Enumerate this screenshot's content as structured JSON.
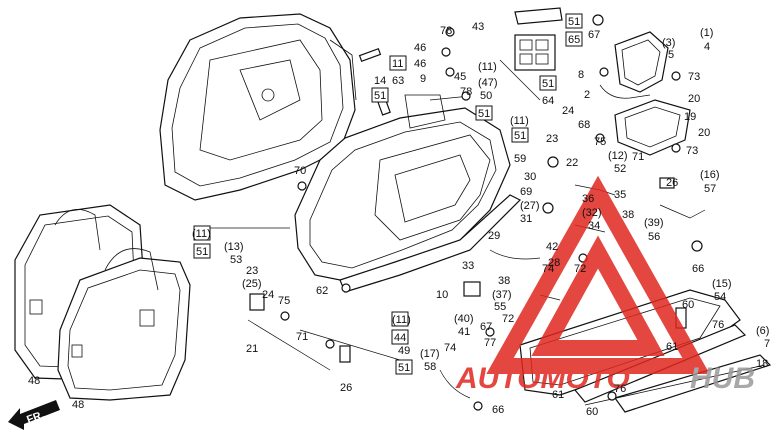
{
  "diagram": {
    "labels": [
      {
        "id": "l1",
        "text": "78"
      },
      {
        "id": "l2",
        "text": "43"
      },
      {
        "id": "l3",
        "text": "51"
      },
      {
        "id": "l4",
        "text": "67"
      },
      {
        "id": "l5",
        "text": "65"
      },
      {
        "id": "l6",
        "text": "(1)"
      },
      {
        "id": "l7",
        "text": "(3)"
      },
      {
        "id": "l8",
        "text": "5"
      },
      {
        "id": "l9",
        "text": "4"
      },
      {
        "id": "l10",
        "text": "46"
      },
      {
        "id": "l11",
        "text": "46"
      },
      {
        "id": "l12",
        "text": "11"
      },
      {
        "id": "l13",
        "text": "14"
      },
      {
        "id": "l14",
        "text": "63"
      },
      {
        "id": "l15",
        "text": "9"
      },
      {
        "id": "l16",
        "text": "45"
      },
      {
        "id": "l17",
        "text": "(11)"
      },
      {
        "id": "l18",
        "text": "(47)"
      },
      {
        "id": "l19",
        "text": "50"
      },
      {
        "id": "l20",
        "text": "51"
      },
      {
        "id": "l21",
        "text": "78"
      },
      {
        "id": "l22",
        "text": "51"
      },
      {
        "id": "l23",
        "text": "51"
      },
      {
        "id": "l24",
        "text": "64"
      },
      {
        "id": "l25",
        "text": "8"
      },
      {
        "id": "l26",
        "text": "2"
      },
      {
        "id": "l27",
        "text": "73"
      },
      {
        "id": "l28",
        "text": "20"
      },
      {
        "id": "l29",
        "text": "19"
      },
      {
        "id": "l30",
        "text": "20"
      },
      {
        "id": "l31",
        "text": "24"
      },
      {
        "id": "l32",
        "text": "68"
      },
      {
        "id": "l33",
        "text": "(11)"
      },
      {
        "id": "l34",
        "text": "51"
      },
      {
        "id": "l35",
        "text": "23"
      },
      {
        "id": "l36",
        "text": "75"
      },
      {
        "id": "l37",
        "text": "59"
      },
      {
        "id": "l38",
        "text": "22"
      },
      {
        "id": "l39",
        "text": "(12)"
      },
      {
        "id": "l40",
        "text": "52"
      },
      {
        "id": "l41",
        "text": "71"
      },
      {
        "id": "l42",
        "text": "73"
      },
      {
        "id": "l43",
        "text": "70"
      },
      {
        "id": "l44",
        "text": "30"
      },
      {
        "id": "l45",
        "text": "69"
      },
      {
        "id": "l46",
        "text": "(27)"
      },
      {
        "id": "l47",
        "text": "31"
      },
      {
        "id": "l48",
        "text": "35"
      },
      {
        "id": "l49",
        "text": "36"
      },
      {
        "id": "l50",
        "text": "(32)"
      },
      {
        "id": "l51",
        "text": "34"
      },
      {
        "id": "l52",
        "text": "38"
      },
      {
        "id": "l53",
        "text": "(39)"
      },
      {
        "id": "l54",
        "text": "56"
      },
      {
        "id": "l55",
        "text": "26"
      },
      {
        "id": "l56",
        "text": "(16)"
      },
      {
        "id": "l57",
        "text": "57"
      },
      {
        "id": "l58",
        "text": "(11)"
      },
      {
        "id": "l59",
        "text": "51"
      },
      {
        "id": "l60",
        "text": "(13)"
      },
      {
        "id": "l61",
        "text": "53"
      },
      {
        "id": "l62",
        "text": "23"
      },
      {
        "id": "l63",
        "text": "(25)"
      },
      {
        "id": "l64",
        "text": "24"
      },
      {
        "id": "l65",
        "text": "75"
      },
      {
        "id": "l66",
        "text": "29"
      },
      {
        "id": "l67",
        "text": "42"
      },
      {
        "id": "l68",
        "text": "28"
      },
      {
        "id": "l69",
        "text": "74"
      },
      {
        "id": "l70",
        "text": "72"
      },
      {
        "id": "l71",
        "text": "66"
      },
      {
        "id": "l72",
        "text": "33"
      },
      {
        "id": "l73",
        "text": "62"
      },
      {
        "id": "l74",
        "text": "10"
      },
      {
        "id": "l75",
        "text": "38"
      },
      {
        "id": "l76",
        "text": "(37)"
      },
      {
        "id": "l77",
        "text": "55"
      },
      {
        "id": "l78",
        "text": "72"
      },
      {
        "id": "l79",
        "text": "(15)"
      },
      {
        "id": "l80",
        "text": "54"
      },
      {
        "id": "l81",
        "text": "60"
      },
      {
        "id": "l82",
        "text": "21"
      },
      {
        "id": "l83",
        "text": "71"
      },
      {
        "id": "l84",
        "text": "(11)"
      },
      {
        "id": "l85",
        "text": "44"
      },
      {
        "id": "l86",
        "text": "(40)"
      },
      {
        "id": "l87",
        "text": "41"
      },
      {
        "id": "l88",
        "text": "67"
      },
      {
        "id": "l89",
        "text": "77"
      },
      {
        "id": "l90",
        "text": "61"
      },
      {
        "id": "l91",
        "text": "76"
      },
      {
        "id": "l92",
        "text": "(6)"
      },
      {
        "id": "l93",
        "text": "7"
      },
      {
        "id": "l94",
        "text": "49"
      },
      {
        "id": "l95",
        "text": "(17)"
      },
      {
        "id": "l96",
        "text": "58"
      },
      {
        "id": "l97",
        "text": "74"
      },
      {
        "id": "l98",
        "text": "51"
      },
      {
        "id": "l99",
        "text": "26"
      },
      {
        "id": "l100",
        "text": "18"
      },
      {
        "id": "l101",
        "text": "48"
      },
      {
        "id": "l102",
        "text": "48"
      },
      {
        "id": "l103",
        "text": "66"
      },
      {
        "id": "l104",
        "text": "61"
      },
      {
        "id": "l105",
        "text": "76"
      },
      {
        "id": "l106",
        "text": "60"
      }
    ],
    "direction_marker": "FR.",
    "watermark": {
      "text_a": "AUTOMOTO",
      "text_b": "HUB",
      "red": "#e0261f",
      "grey": "#9a9a9a"
    }
  }
}
